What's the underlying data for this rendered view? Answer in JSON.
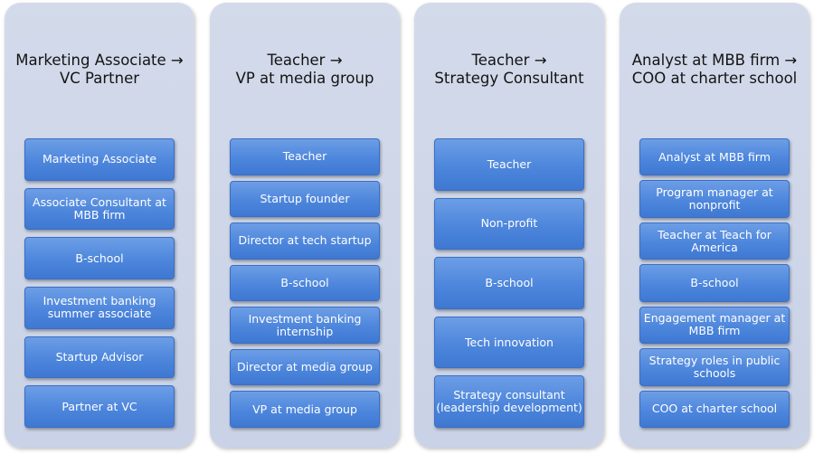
{
  "columns": [
    {
      "title_lines": [
        "Marketing Associate →",
        "VC Partner"
      ],
      "steps": [
        [
          "Marketing Associate"
        ],
        [
          "Associate Consultant at",
          "MBB firm"
        ],
        [
          "B-school"
        ],
        [
          "Investment banking",
          "summer associate"
        ],
        [
          "Startup Advisor"
        ],
        [
          "Partner at VC"
        ]
      ]
    },
    {
      "title_lines": [
        "Teacher →",
        "VP at media group"
      ],
      "steps": [
        [
          "Teacher"
        ],
        [
          "Startup founder"
        ],
        [
          "Director at tech startup"
        ],
        [
          "B-school"
        ],
        [
          "Investment banking",
          "internship"
        ],
        [
          "Director at media group"
        ],
        [
          "VP at media group"
        ]
      ]
    },
    {
      "title_lines": [
        "Teacher →",
        "Strategy Consultant"
      ],
      "steps": [
        [
          "Teacher"
        ],
        [
          "Non-profit"
        ],
        [
          "B-school"
        ],
        [
          "Tech innovation"
        ],
        [
          "Strategy consultant",
          "(leadership development)"
        ]
      ]
    },
    {
      "title_lines": [
        "Analyst at MBB firm →",
        "COO at charter school"
      ],
      "steps": [
        [
          "Analyst at MBB firm"
        ],
        [
          "Program manager at",
          "nonprofit"
        ],
        [
          "Teacher at Teach for",
          "America"
        ],
        [
          "B-school"
        ],
        [
          "Engagement manager at",
          "MBB firm"
        ],
        [
          "Strategy roles in public",
          "schools"
        ],
        [
          "COO at charter school"
        ]
      ]
    }
  ]
}
